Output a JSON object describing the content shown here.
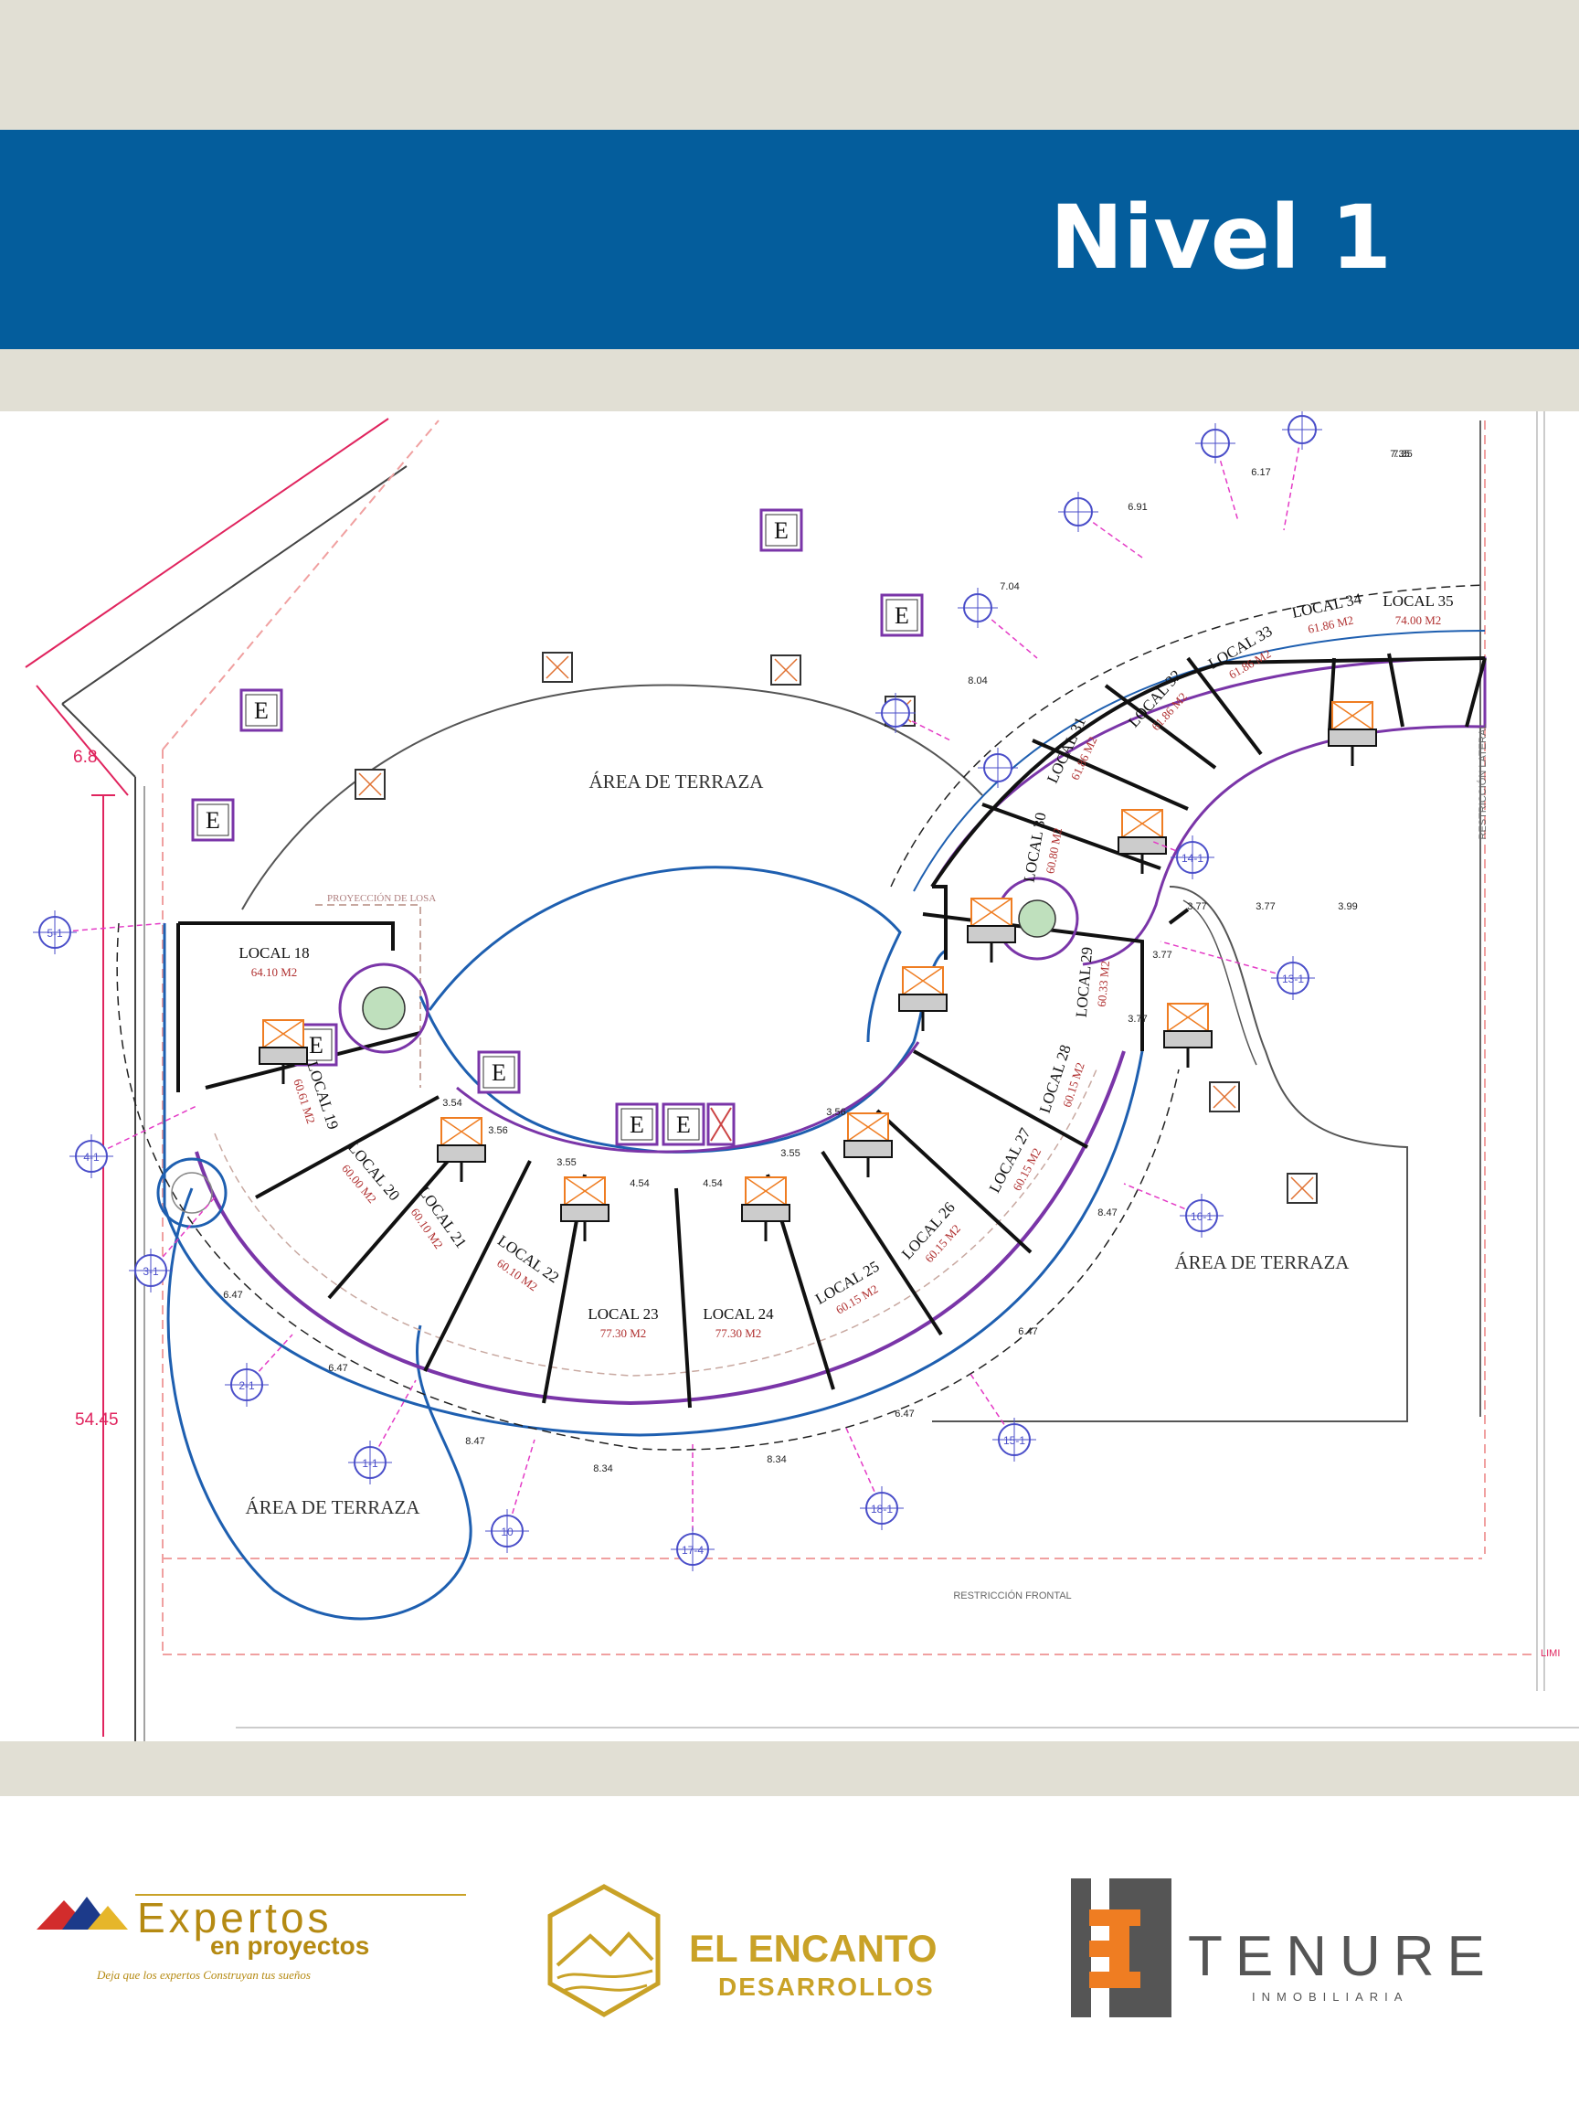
{
  "header": {
    "title": "Nivel 1"
  },
  "colors": {
    "band": "#e1dfd4",
    "header": "#045d9c",
    "wall": "#111111",
    "purple": "#7a35a8",
    "blue": "#1e5fb0",
    "dim_red": "#e0245e",
    "magenta": "#e43bc6",
    "axis_blue": "#4a4ec9",
    "gold": "#c9a227",
    "orange": "#ef7d22",
    "dark_gray": "#444444"
  },
  "plan": {
    "dimensions": {
      "width": "6.8",
      "height": "54.45"
    },
    "labels": {
      "projection_slab": "PROYECCIÓN DE LOSA",
      "restriction_front": "RESTRICCIÓN FRONTAL",
      "restriction_side": "RESTRICCIÓN LATERAL",
      "limit": "LIMI"
    },
    "terraces": [
      {
        "id": "top",
        "label": "ÁREA DE TERRAZA"
      },
      {
        "id": "right",
        "label": "ÁREA DE TERRAZA"
      },
      {
        "id": "bottom",
        "label": "ÁREA DE TERRAZA"
      }
    ],
    "e_marker": "E",
    "units": [
      {
        "name": "LOCAL 18",
        "area": "64.10 M2"
      },
      {
        "name": "LOCAL 19",
        "area": "60.61 M2"
      },
      {
        "name": "LOCAL 20",
        "area": "60.00 M2"
      },
      {
        "name": "LOCAL 21",
        "area": "60.10 M2"
      },
      {
        "name": "LOCAL 22",
        "area": "60.10 M2"
      },
      {
        "name": "LOCAL 23",
        "area": "77.30 M2"
      },
      {
        "name": "LOCAL 24",
        "area": "77.30 M2"
      },
      {
        "name": "LOCAL 25",
        "area": "60.15 M2"
      },
      {
        "name": "LOCAL 26",
        "area": "60.15 M2"
      },
      {
        "name": "LOCAL 27",
        "area": "60.15 M2"
      },
      {
        "name": "LOCAL 28",
        "area": "60.15 M2"
      },
      {
        "name": "LOCAL 29",
        "area": "60.33 M2"
      },
      {
        "name": "LOCAL 30",
        "area": "60.80 M2"
      },
      {
        "name": "LOCAL 31",
        "area": "61.86 M2"
      },
      {
        "name": "LOCAL 32",
        "area": "61.86 M2"
      },
      {
        "name": "LOCAL 33",
        "area": "61.86 M2"
      },
      {
        "name": "LOCAL 34",
        "area": "61.86 M2"
      },
      {
        "name": "LOCAL 35",
        "area": "74.00 M2"
      }
    ],
    "outer_dims": [
      "6.47",
      "6.47",
      "8.47",
      "8.34",
      "8.34",
      "6.47",
      "6.47",
      "8.47",
      "7.04",
      "6.91",
      "6.17",
      "7.35",
      "8.04",
      "7.35"
    ],
    "inner_dims": [
      "4.54",
      "4.54",
      "3.55",
      "3.55",
      "3.56",
      "3.56",
      "3.54",
      "3.77",
      "3.77",
      "3.77",
      "3.77",
      "3.99"
    ],
    "axis_labels": [
      "5-1",
      "4-1",
      "3-1",
      "2-1",
      "1-1",
      "10",
      "17-4",
      "18-1",
      "15-1",
      "16-1",
      "13-1",
      "14-1"
    ]
  },
  "footer": {
    "logo1": {
      "word1": "Expertos",
      "word2": "en proyectos",
      "tagline": "Deja que los expertos Construyan tus sueños"
    },
    "logo2": {
      "line1": "EL ENCANTO",
      "line2": "DESARROLLOS"
    },
    "logo3": {
      "name": "TENURE",
      "sub": "INMOBILIARIA"
    }
  }
}
